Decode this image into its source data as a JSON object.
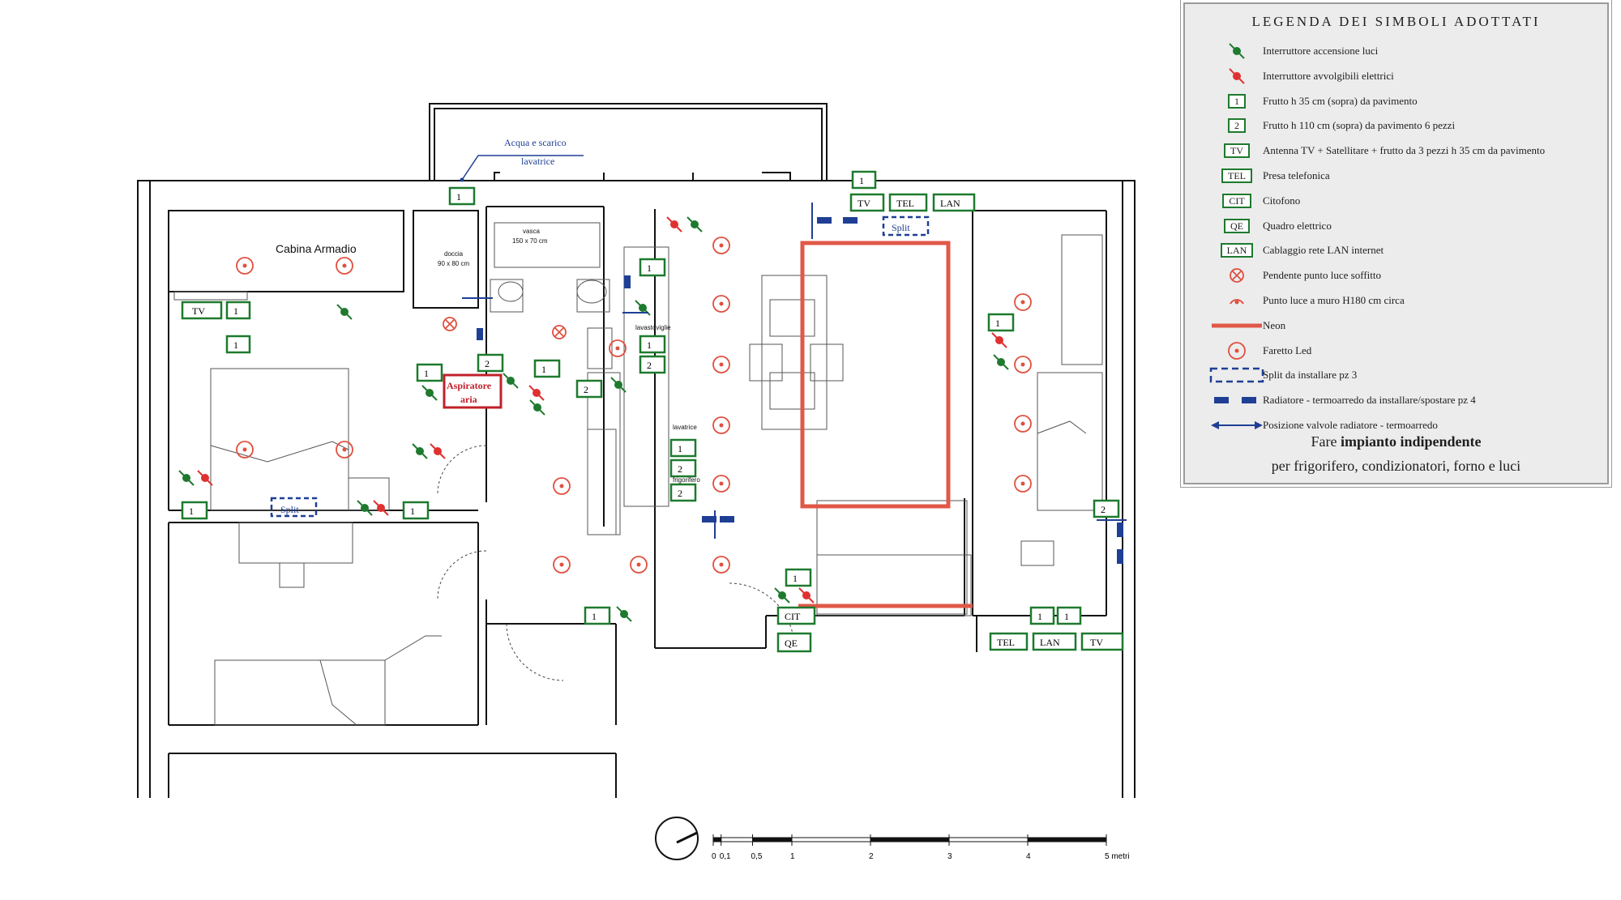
{
  "legend": {
    "title": "LEGENDA DEI SIMBOLI ADOTTATI",
    "items": [
      {
        "symbol": "switch-light",
        "label": "Interruttore accensione luci"
      },
      {
        "symbol": "switch-shutter",
        "label": "Interruttore avvolgibili elettrici"
      },
      {
        "symbol": "box",
        "box_text": "1",
        "label": "Frutto h 35 cm (sopra) da pavimento"
      },
      {
        "symbol": "box",
        "box_text": "2",
        "label": "Frutto h 110 cm (sopra) da pavimento 6 pezzi"
      },
      {
        "symbol": "box",
        "box_text": "TV",
        "label": "Antenna TV + Satellitare + frutto da 3 pezzi h 35 cm da pavimento"
      },
      {
        "symbol": "box",
        "box_text": "TEL",
        "label": "Presa telefonica"
      },
      {
        "symbol": "box",
        "box_text": "CIT",
        "label": "Citofono"
      },
      {
        "symbol": "box",
        "box_text": "QE",
        "label": "Quadro elettrico"
      },
      {
        "symbol": "box",
        "box_text": "LAN",
        "label": "Cablaggio rete LAN internet"
      },
      {
        "symbol": "pendant",
        "label": "Pendente punto luce soffitto"
      },
      {
        "symbol": "wall-light",
        "label": "Punto luce a muro H180 cm  circa"
      },
      {
        "symbol": "neon",
        "label": "Neon"
      },
      {
        "symbol": "led",
        "label": "Faretto Led"
      },
      {
        "symbol": "split",
        "label": "Split da installare pz 3"
      },
      {
        "symbol": "radiator",
        "label": "Radiatore - termoarredo da installare/spostare pz 4"
      },
      {
        "symbol": "valve",
        "label": "Posizione valvole radiatore - termoarredo"
      }
    ],
    "note_prefix": "Fare ",
    "note_bold": "impianto indipendente",
    "note_line2": "per frigorifero, condizionatori, forno e luci"
  },
  "plan": {
    "room_cabina": "Cabina Armadio",
    "doccia": "doccia",
    "doccia_size": "90 x 80 cm",
    "vasca": "vasca",
    "vasca_size": "150 x 70 cm",
    "lavastoviglie": "lavastoviglie",
    "lavatrice_small": "lavatrice",
    "frigorifero": "frigorifero",
    "acqua_line1": "Acqua e scarico",
    "acqua_line2": "lavatrice",
    "aspiratore_line1": "Aspiratore",
    "aspiratore_line2": "aria",
    "split": "Split",
    "box_tv": "TV",
    "box_tel": "TEL",
    "box_lan": "LAN",
    "box_cit": "CIT",
    "box_qe": "QE",
    "box_1": "1",
    "box_2": "2"
  },
  "scale": {
    "labels": [
      "0",
      "0,1",
      "0,5",
      "1",
      "2",
      "3",
      "4",
      "5 metri"
    ],
    "values_m": [
      0,
      0.1,
      0.5,
      1,
      2,
      3,
      4,
      5
    ]
  },
  "colors": {
    "wall": "#111111",
    "green": "#1e7a2e",
    "red": "#e05040",
    "neon": "#e05848",
    "blue": "#1f3f95",
    "darkred": "#c0202a"
  }
}
